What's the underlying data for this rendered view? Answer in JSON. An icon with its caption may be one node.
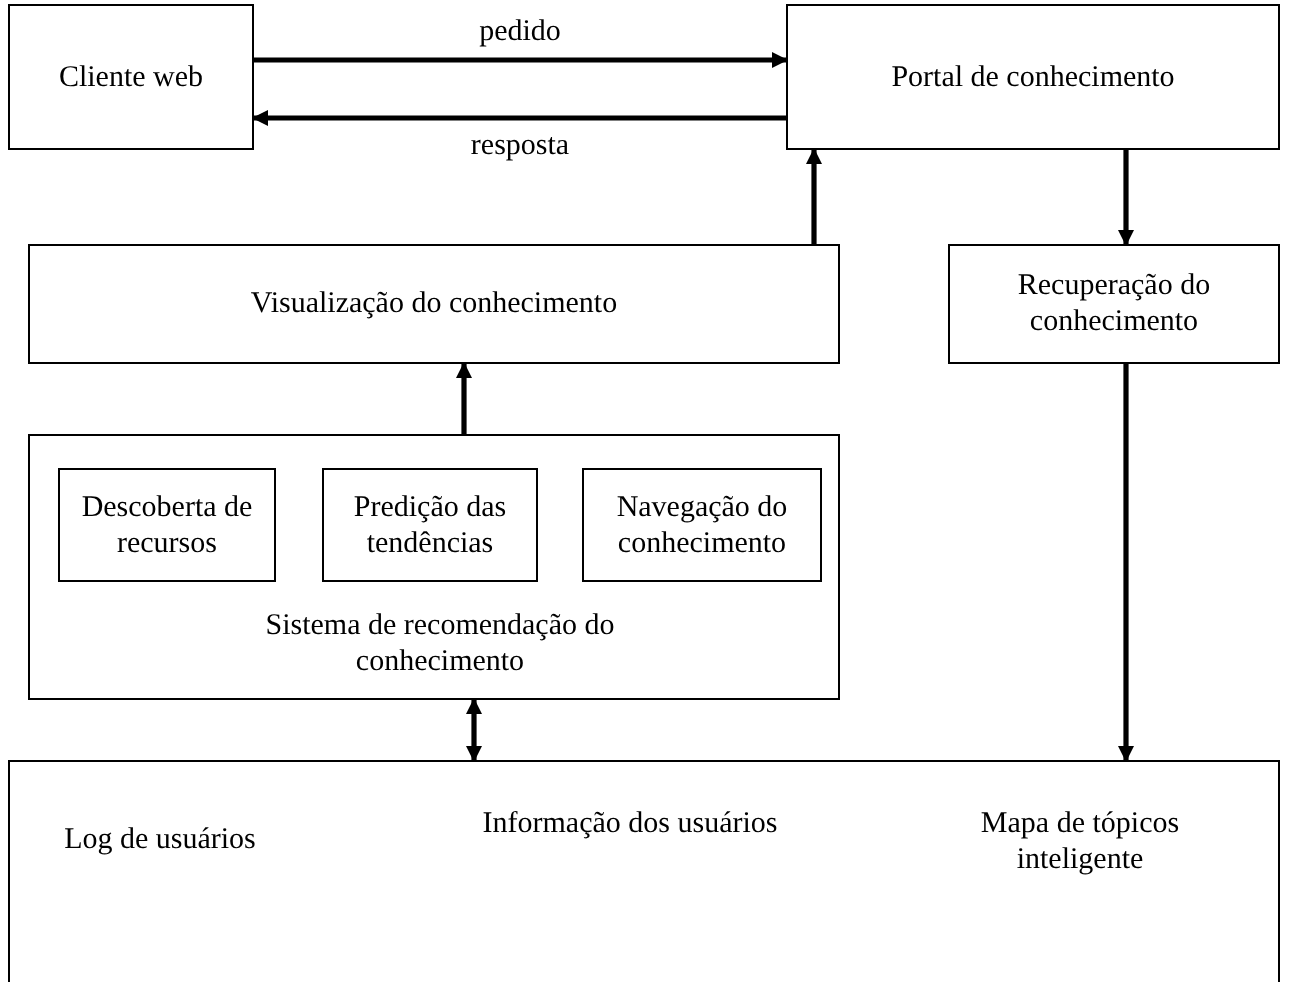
{
  "diagram": {
    "nodes": [
      {
        "text": [
          "Cliente web"
        ]
      },
      {
        "text": [
          "Portal de conhecimento"
        ]
      },
      {
        "text": [
          "Visualização do conhecimento"
        ]
      },
      {
        "text": [
          "Recuperação do conhecimento"
        ]
      },
      {
        "text": [
          "Sistema de recomendação do conhecimento"
        ]
      },
      {
        "text": [
          "Descoberta de recursos"
        ],
        "in": 4
      },
      {
        "text": [
          "Predição das tendências"
        ],
        "in": 4
      },
      {
        "text": [
          "Navegação do conhecimento"
        ],
        "in": 4
      },
      {
        "text": [
          "Log de usuários",
          "Informação dos usuários",
          "Mapa de tópicos inteligente"
        ]
      }
    ],
    "edges": [
      {
        "from": 0,
        "to": 1,
        "arrow": "to",
        "label": "pedido"
      },
      {
        "from": 1,
        "to": 0,
        "arrow": "to",
        "label": "resposta"
      },
      {
        "from": 2,
        "to": 1,
        "arrow": "to"
      },
      {
        "from": 1,
        "to": 3,
        "arrow": "to"
      },
      {
        "from": 4,
        "to": 2,
        "arrow": "to"
      },
      {
        "from": 4,
        "to": 8,
        "arrow": "both"
      },
      {
        "from": 3,
        "to": 8,
        "arrow": "to"
      }
    ]
  }
}
